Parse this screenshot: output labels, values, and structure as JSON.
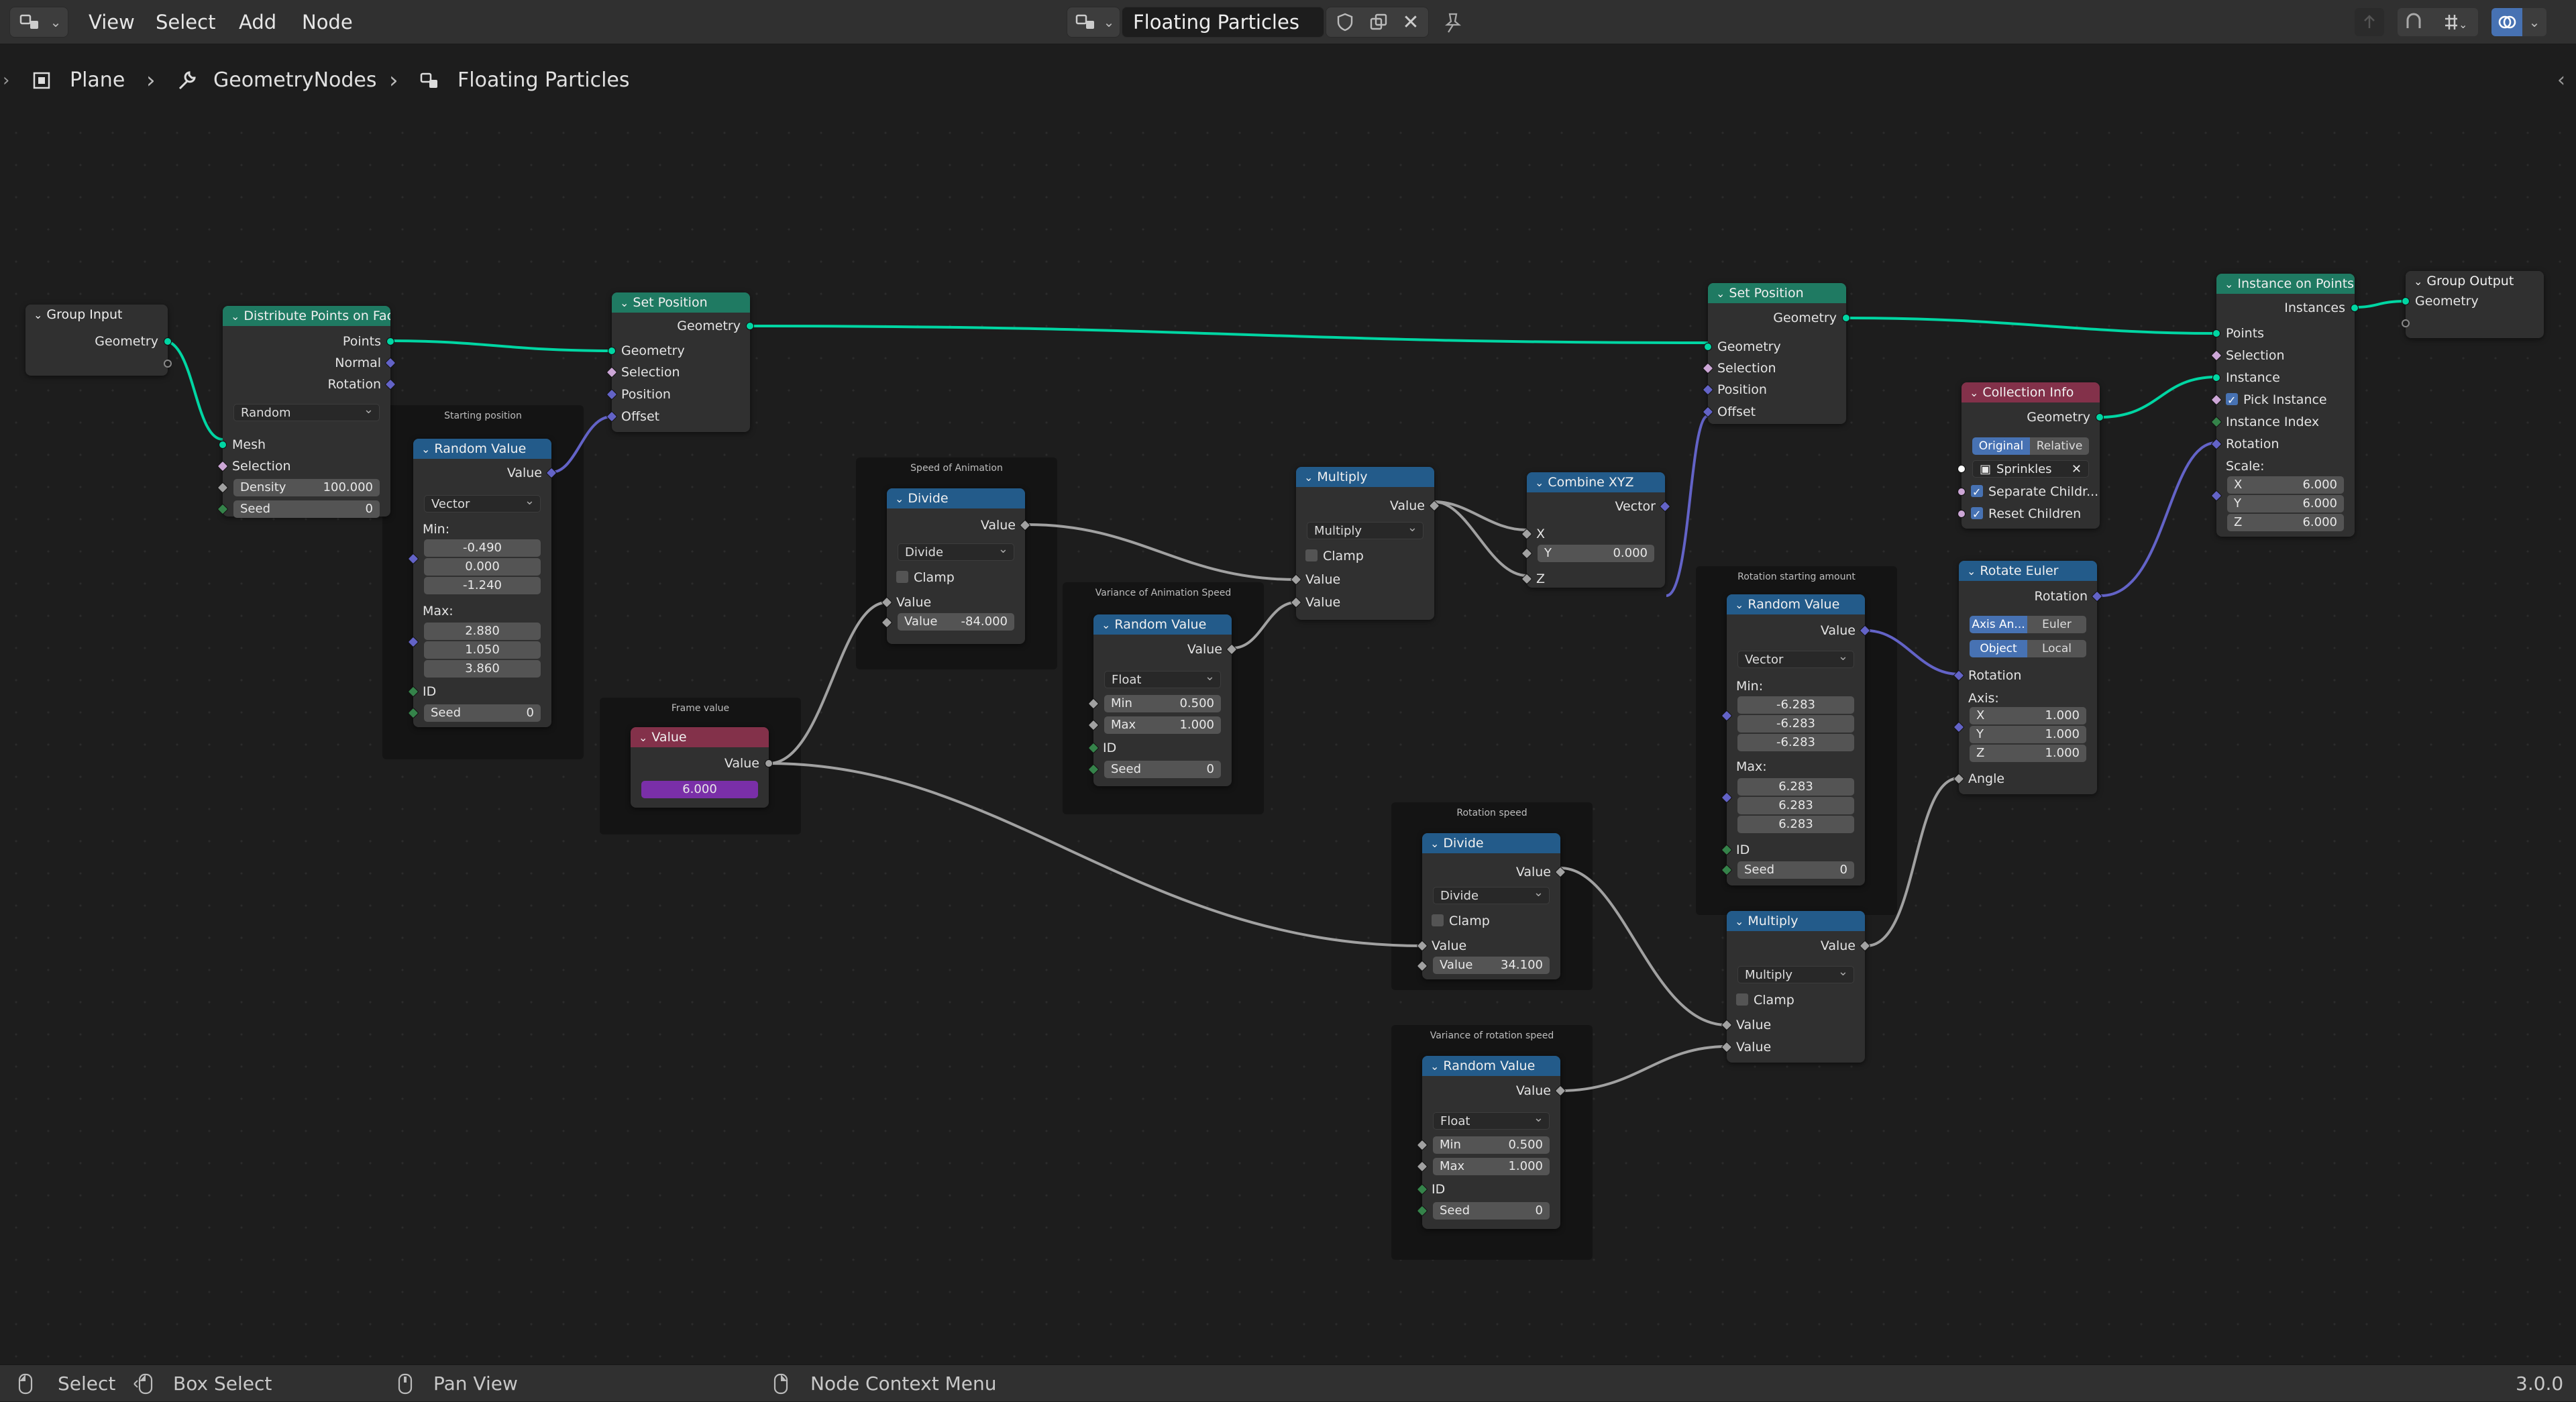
{
  "menu": {
    "view": "View",
    "select": "Select",
    "add": "Add",
    "node": "Node"
  },
  "header": {
    "tree_name": "Floating Particles"
  },
  "breadcrumb": {
    "object": "Plane",
    "modifier": "GeometryNodes",
    "tree": "Floating Particles"
  },
  "frames": {
    "starting_position": "Starting position",
    "speed_of_animation": "Speed of Animation",
    "frame_value": "Frame value",
    "variance_animation": "Variance of Animation Speed",
    "rotation_speed": "Rotation speed",
    "variance_rotation": "Variance of rotation speed",
    "rotation_starting": "Rotation starting amount"
  },
  "nodes": {
    "group_input": {
      "title": "Group Input",
      "geometry": "Geometry"
    },
    "distribute": {
      "title": "Distribute Points on Face",
      "points": "Points",
      "normal": "Normal",
      "rotation": "Rotation",
      "mode": "Random",
      "mesh": "Mesh",
      "selection": "Selection",
      "density_label": "Density",
      "density": "100.000",
      "seed_label": "Seed",
      "seed": "0"
    },
    "rand_pos": {
      "title": "Random Value",
      "value": "Value",
      "type": "Vector",
      "min": "Min:",
      "min_x": "-0.490",
      "min_y": "0.000",
      "min_z": "-1.240",
      "max": "Max:",
      "max_x": "2.880",
      "max_y": "1.050",
      "max_z": "3.860",
      "id": "ID",
      "seed_label": "Seed",
      "seed": "0"
    },
    "setpos1": {
      "title": "Set Position",
      "geometry_out": "Geometry",
      "geometry": "Geometry",
      "selection": "Selection",
      "position": "Position",
      "offset": "Offset"
    },
    "value_node": {
      "title": "Value",
      "value": "Value",
      "val": "6.000"
    },
    "divide1": {
      "title": "Divide",
      "value_out": "Value",
      "op": "Divide",
      "clamp": "Clamp",
      "value_in": "Value",
      "value2_label": "Value",
      "value2": "-84.000"
    },
    "rand_anim": {
      "title": "Random Value",
      "value": "Value",
      "type": "Float",
      "min_label": "Min",
      "min": "0.500",
      "max_label": "Max",
      "max": "1.000",
      "id": "ID",
      "seed_label": "Seed",
      "seed": "0"
    },
    "multiply1": {
      "title": "Multiply",
      "value_out": "Value",
      "op": "Multiply",
      "clamp": "Clamp",
      "v1": "Value",
      "v2": "Value"
    },
    "combine": {
      "title": "Combine XYZ",
      "vector": "Vector",
      "x": "X",
      "y_label": "Y",
      "y": "0.000",
      "z": "Z"
    },
    "setpos2": {
      "title": "Set Position",
      "geometry_out": "Geometry",
      "geometry": "Geometry",
      "selection": "Selection",
      "position": "Position",
      "offset": "Offset"
    },
    "divide2": {
      "title": "Divide",
      "value_out": "Value",
      "op": "Divide",
      "clamp": "Clamp",
      "value_in": "Value",
      "value2_label": "Value",
      "value2": "34.100"
    },
    "rand_rotspeed": {
      "title": "Random Value",
      "value": "Value",
      "type": "Float",
      "min_label": "Min",
      "min": "0.500",
      "max_label": "Max",
      "max": "1.000",
      "id": "ID",
      "seed_label": "Seed",
      "seed": "0"
    },
    "rand_rot": {
      "title": "Random Value",
      "value": "Value",
      "type": "Vector",
      "min": "Min:",
      "min_x": "-6.283",
      "min_y": "-6.283",
      "min_z": "-6.283",
      "max": "Max:",
      "max_x": "6.283",
      "max_y": "6.283",
      "max_z": "6.283",
      "id": "ID",
      "seed_label": "Seed",
      "seed": "0"
    },
    "multiply2": {
      "title": "Multiply",
      "value_out": "Value",
      "op": "Multiply",
      "clamp": "Clamp",
      "v1": "Value",
      "v2": "Value"
    },
    "collection": {
      "title": "Collection Info",
      "geometry": "Geometry",
      "original": "Original",
      "relative": "Relative",
      "collection": "Sprinkles",
      "separate": "Separate Childr...",
      "reset": "Reset Children"
    },
    "rotate_euler": {
      "title": "Rotate Euler",
      "rotation_out": "Rotation",
      "axis_angle": "Axis An...",
      "euler": "Euler",
      "object": "Object",
      "local": "Local",
      "rotation": "Rotation",
      "axis": "Axis:",
      "ax_x_label": "X",
      "ax_x": "1.000",
      "ax_y_label": "Y",
      "ax_y": "1.000",
      "ax_z_label": "Z",
      "ax_z": "1.000",
      "angle": "Angle"
    },
    "instance": {
      "title": "Instance on Points",
      "instances": "Instances",
      "points": "Points",
      "selection": "Selection",
      "instance": "Instance",
      "pick": "Pick Instance",
      "index": "Instance Index",
      "rotation": "Rotation",
      "scale": "Scale:",
      "sx_label": "X",
      "sx": "6.000",
      "sy_label": "Y",
      "sy": "6.000",
      "sz_label": "Z",
      "sz": "6.000"
    },
    "group_output": {
      "title": "Group Output",
      "geometry": "Geometry"
    }
  },
  "status": {
    "select": "Select",
    "box_select": "Box Select",
    "pan_view": "Pan View",
    "context_menu": "Node Context Menu",
    "version": "3.0.0"
  },
  "colors": {
    "geometry_link": "#00d6a3",
    "float_link": "#a1a1a1",
    "vector_link": "#6363c7",
    "geometry_header": "#1f7a62",
    "converter_header": "#235b8a",
    "input_header": "#83314a"
  },
  "icons": [
    "editor-type-icon",
    "object-icon",
    "wrench-icon",
    "node-tree-icon",
    "shield-icon",
    "duplicate-icon",
    "close-icon",
    "pin-icon",
    "overlay-icon",
    "snap-icon",
    "mouse-icon"
  ]
}
